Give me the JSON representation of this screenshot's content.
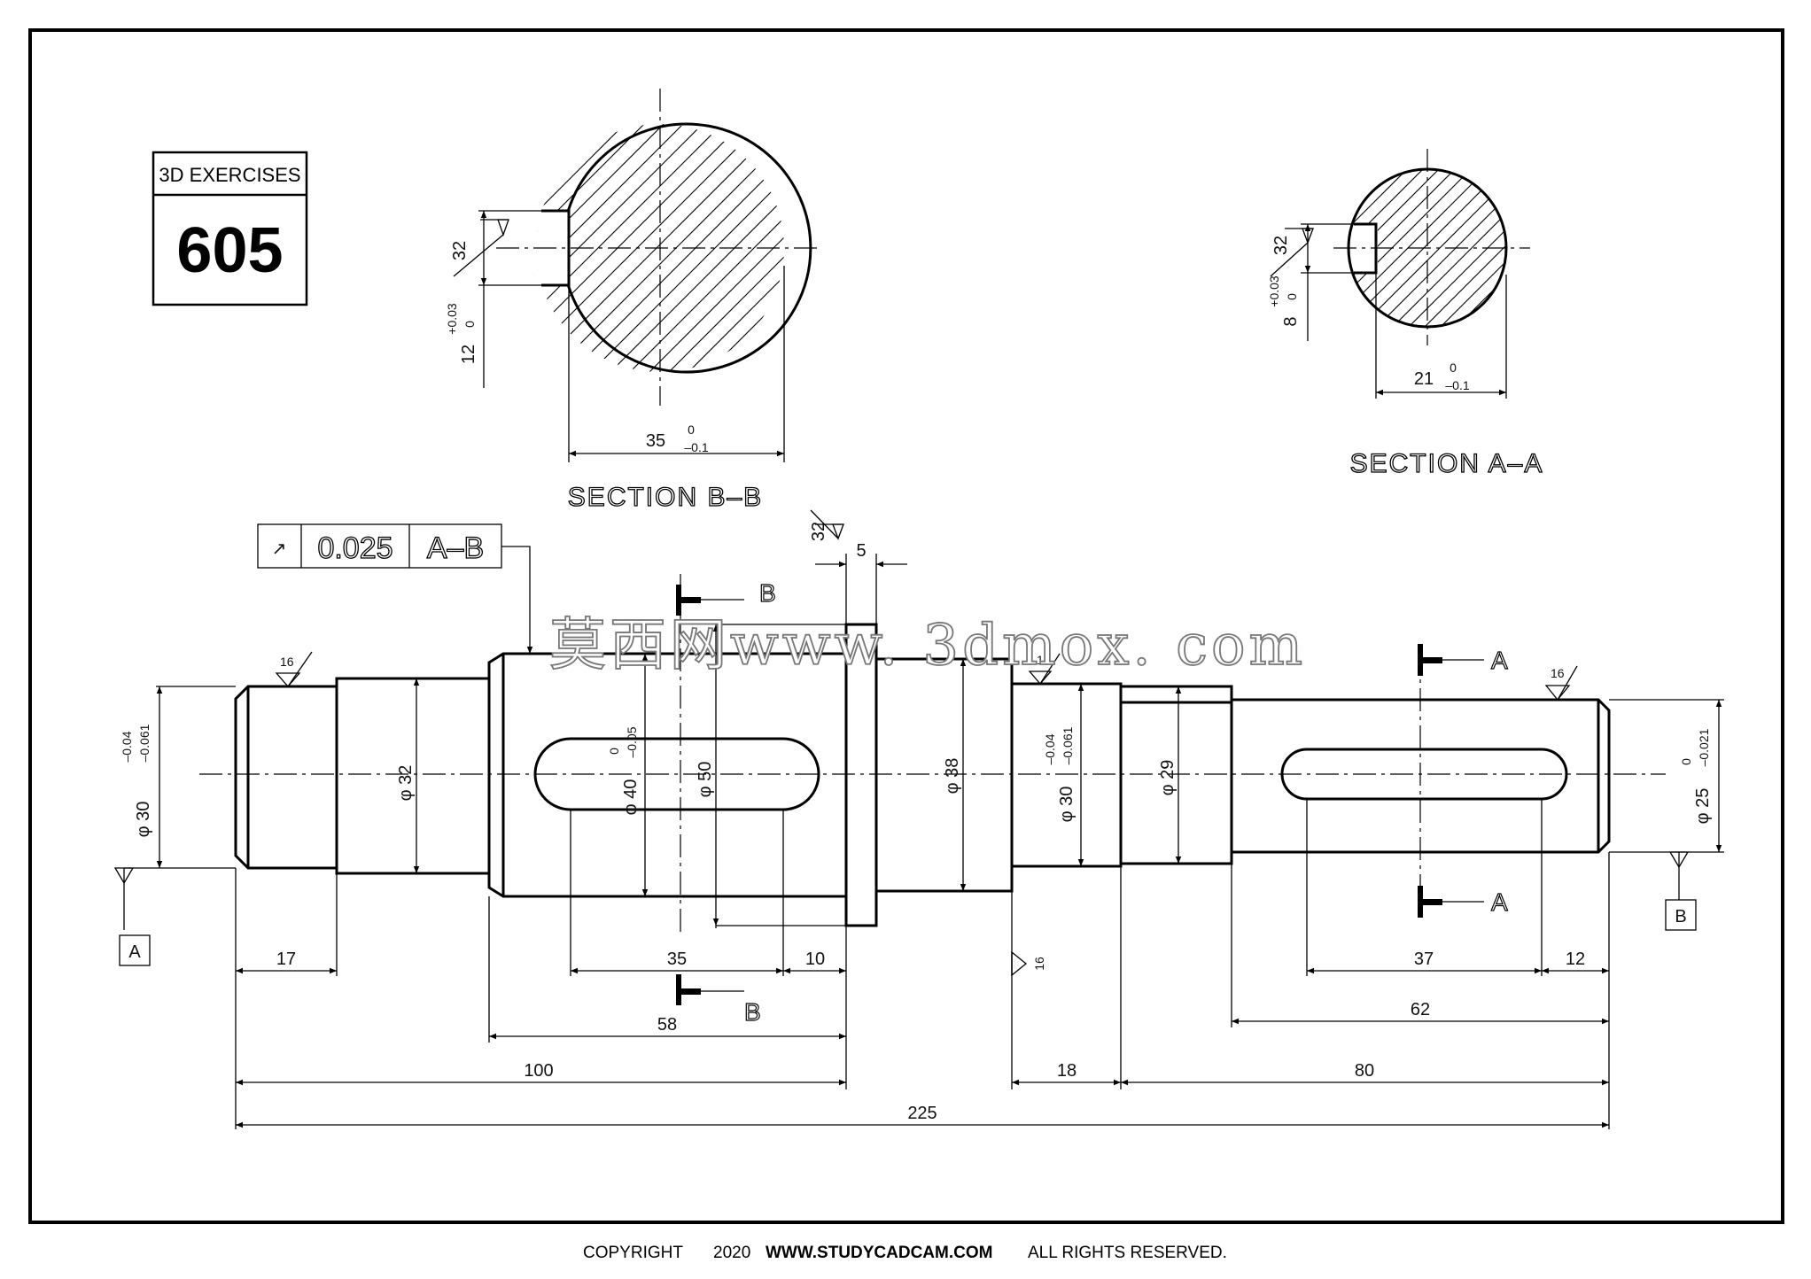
{
  "badge": {
    "label": "3D EXERCISES",
    "number": "605"
  },
  "section_b": {
    "title": "SECTION B–B",
    "width": "35",
    "width_tol_upper": "0",
    "width_tol_lower": "–0.1",
    "key_depth": "12",
    "key_tol_upper": "+0.03",
    "key_tol_lower": "0",
    "roughness": "32"
  },
  "section_a": {
    "title": "SECTION A–A",
    "width": "21",
    "width_tol_upper": "0",
    "width_tol_lower": "–0.1",
    "key_depth": "8",
    "key_tol_upper": "+0.03",
    "key_tol_lower": "0",
    "roughness": "32"
  },
  "feature_control_frame": {
    "symbol": "↗",
    "tolerance": "0.025",
    "datum": "A–B"
  },
  "datums": {
    "a": "A",
    "b": "B"
  },
  "section_markers": {
    "b": "B",
    "a": "A"
  },
  "roughness": {
    "r16": "16",
    "r32": "32"
  },
  "diameters": {
    "d30_left": "φ 30",
    "d30_left_tol_upper": "–0.04",
    "d30_left_tol_lower": "–0.061",
    "d32": "φ 32",
    "d40": "φ 40",
    "d40_tol_upper": "0",
    "d40_tol_lower": "–0.05",
    "d50": "φ 50",
    "d38": "φ 38",
    "d30_right": "φ 30",
    "d30_right_tol_upper": "–0.04",
    "d30_right_tol_lower": "–0.061",
    "d29": "φ 29",
    "d25": "φ 25",
    "d25_tol_upper": "0",
    "d25_tol_lower": "–0.021"
  },
  "lengths": {
    "l17": "17",
    "l35": "35",
    "l10": "10",
    "l58": "58",
    "l5": "5",
    "l100": "100",
    "l18": "18",
    "l80": "80",
    "l225": "225",
    "l37": "37",
    "l12": "12",
    "l62": "62"
  },
  "watermark": "莫西网www. 3dmox. com",
  "footer": {
    "copyright": "COPYRIGHT",
    "year": "2020",
    "site": "WWW.STUDYCADCAM.COM",
    "rights": "ALL RIGHTS RESERVED."
  }
}
